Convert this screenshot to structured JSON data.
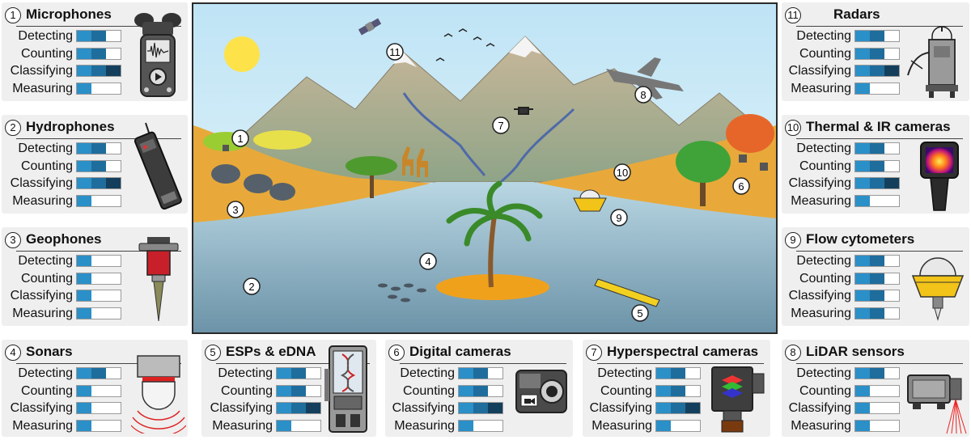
{
  "rows": [
    "Detecting",
    "Counting",
    "Classifying",
    "Measuring"
  ],
  "level_colors": [
    "#2b8fc8",
    "#1f6d9c",
    "#143f5c"
  ],
  "panels": [
    {
      "id": "microphones",
      "num": "1",
      "name": "Microphones",
      "levels": [
        2,
        2,
        3,
        1
      ],
      "icon": "microphone-recorder-icon"
    },
    {
      "id": "hydrophones",
      "num": "2",
      "name": "Hydrophones",
      "levels": [
        2,
        2,
        3,
        1
      ],
      "icon": "hydrophone-icon"
    },
    {
      "id": "geophones",
      "num": "3",
      "name": "Geophones",
      "levels": [
        1,
        1,
        1,
        1
      ],
      "icon": "geophone-icon"
    },
    {
      "id": "sonars",
      "num": "4",
      "name": "Sonars",
      "levels": [
        2,
        1,
        1,
        1
      ],
      "icon": "sonar-icon"
    },
    {
      "id": "esps-edna",
      "num": "5",
      "name": "ESPs & eDNA",
      "levels": [
        2,
        2,
        3,
        1
      ],
      "icon": "esp-sampler-icon"
    },
    {
      "id": "digital-cameras",
      "num": "6",
      "name": "Digital cameras",
      "levels": [
        2,
        2,
        3,
        1
      ],
      "icon": "digital-camera-icon"
    },
    {
      "id": "hyperspectral-cameras",
      "num": "7",
      "name": "Hyperspectral cameras",
      "levels": [
        2,
        2,
        3,
        1
      ],
      "icon": "hyperspectral-camera-icon"
    },
    {
      "id": "lidar-sensors",
      "num": "8",
      "name": "LiDAR sensors",
      "levels": [
        2,
        1,
        1,
        1
      ],
      "icon": "lidar-sensor-icon"
    },
    {
      "id": "flow-cytometers",
      "num": "9",
      "name": "Flow cytometers",
      "levels": [
        2,
        2,
        2,
        2
      ],
      "icon": "flow-cytometer-buoy-icon"
    },
    {
      "id": "thermal-ir-cameras",
      "num": "10",
      "name": "Thermal & IR cameras",
      "levels": [
        2,
        2,
        3,
        1
      ],
      "icon": "thermal-camera-icon"
    },
    {
      "id": "radars",
      "num": "11",
      "name": "Radars",
      "levels": [
        2,
        2,
        3,
        1
      ],
      "icon": "radar-unit-icon"
    }
  ],
  "scene": {
    "markers": [
      "1",
      "2",
      "3",
      "4",
      "5",
      "6",
      "7",
      "8",
      "9",
      "10",
      "11"
    ],
    "icons": [
      "sun-icon",
      "satellite-icon",
      "mountains-icon",
      "river-icon",
      "lake-icon",
      "palm-island-icon",
      "elephant-icon",
      "giraffe-icon",
      "tree-icon",
      "drone-icon",
      "airplane-icon",
      "buoy-icon",
      "underwater-glider-icon",
      "fish-school-icon",
      "camera-trap-icon",
      "bird-flock-icon"
    ]
  }
}
